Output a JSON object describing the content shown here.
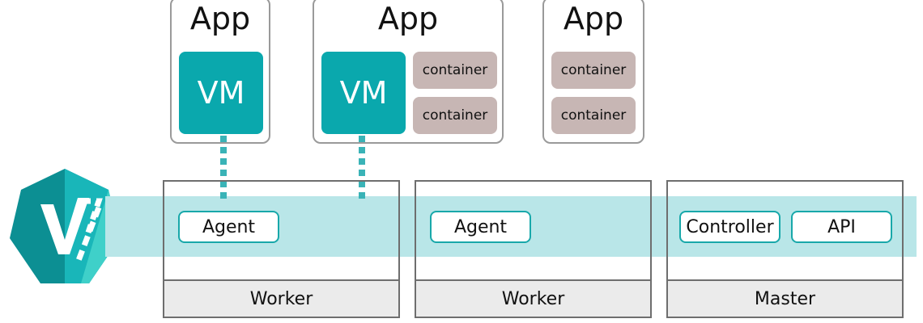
{
  "apps": [
    {
      "title": "App",
      "vm_label": "VM",
      "containers": []
    },
    {
      "title": "App",
      "vm_label": "VM",
      "containers": [
        "container",
        "container"
      ]
    },
    {
      "title": "App",
      "containers": [
        "container",
        "container"
      ]
    }
  ],
  "nodes": [
    {
      "label": "Worker",
      "components": [
        "Agent"
      ]
    },
    {
      "label": "Worker",
      "components": [
        "Agent"
      ]
    },
    {
      "label": "Master",
      "components": [
        "Controller",
        "API"
      ]
    }
  ],
  "colors": {
    "teal": "#0aa8ad",
    "band": "#b9e6e8",
    "container": "#c7b6b4",
    "node_label_bg": "#ebebeb"
  },
  "logo": {
    "icon": "kubevirt-logo-icon"
  }
}
